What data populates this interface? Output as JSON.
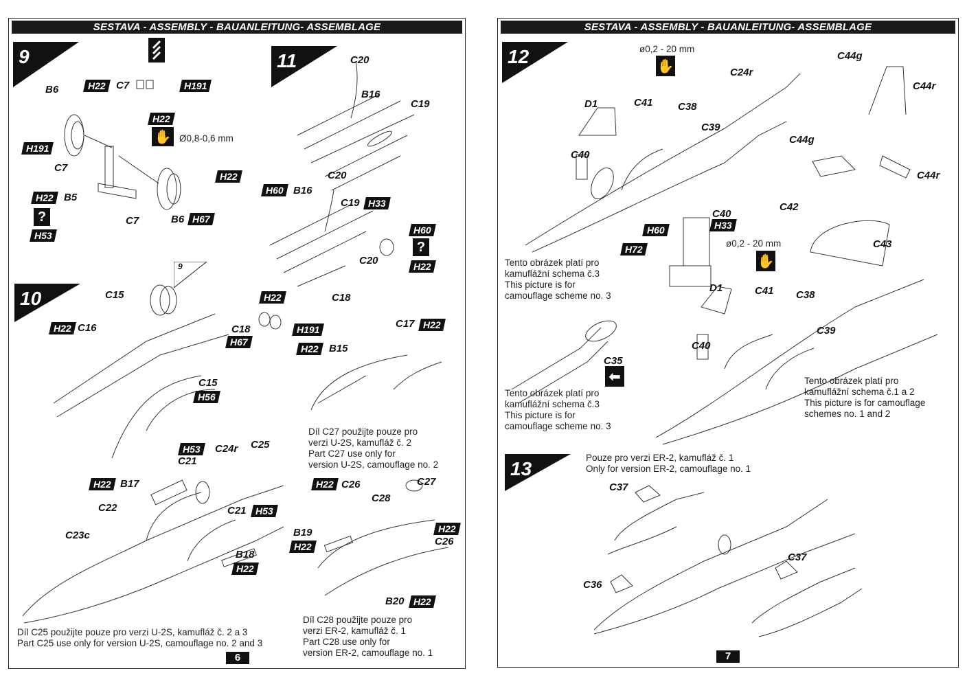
{
  "left_page": {
    "header": "SESTAVA - ASSEMBLY - BAUANLEITUNG- ASSEMBLAGE",
    "page_number": "6",
    "steps": [
      {
        "number": "9",
        "labels": [
          "B6",
          "C7",
          "H191",
          "C7",
          "B5",
          "C7",
          "B6"
        ],
        "tags": [
          "H22",
          "H191",
          "H22",
          "H191",
          "H22",
          "H22",
          "H67",
          "H53"
        ],
        "measurement": "Ø0,8-0,6 mm"
      },
      {
        "number": "11",
        "labels": [
          "C20",
          "B16",
          "C19",
          "C20",
          "B16",
          "C19",
          "C20"
        ],
        "tags": [
          "H60",
          "H33",
          "H60",
          "H22"
        ]
      },
      {
        "number": "10",
        "labels": [
          "C15",
          "C16",
          "C15",
          "C18",
          "C18",
          "C17",
          "B15",
          "9"
        ],
        "tags": [
          "H22",
          "H56",
          "H22",
          "H67",
          "H191",
          "H22",
          "H22"
        ]
      },
      {
        "labels": [
          "C24r",
          "C25",
          "C21",
          "B17",
          "C22",
          "C21",
          "C23c",
          "B18",
          "C26",
          "C27",
          "C28",
          "B19",
          "C26",
          "B20"
        ],
        "tags": [
          "H53",
          "H22",
          "H53",
          "H22",
          "H22",
          "H22",
          "H22",
          "H22"
        ]
      }
    ],
    "notes": {
      "c27": [
        "Díl C27 použijte pouze pro",
        "verzi U-2S, kamufláž č. 2",
        "Part C27 use only for",
        "version U-2S, camouflage no. 2"
      ],
      "c25": [
        "Díl C25 použijte pouze pro verzi U-2S, kamufláž č. 2 a 3",
        "Part C25 use only for version U-2S, camouflage no. 2 and 3"
      ],
      "c28": [
        "Díl C28 použijte pouze pro",
        "verzi ER-2, kamufláž č. 1",
        "Part C28 use only for",
        "version ER-2, camouflage no. 1"
      ]
    }
  },
  "right_page": {
    "header": "SESTAVA - ASSEMBLY - BAUANLEITUNG- ASSEMBLAGE",
    "page_number": "7",
    "steps": [
      {
        "number": "12",
        "labels": [
          "C24r",
          "D1",
          "C41",
          "C38",
          "C39",
          "C40",
          "C44g",
          "C44r",
          "C44g",
          "C44r",
          "C42",
          "C40",
          "C43",
          "D1",
          "C41",
          "C38",
          "C39",
          "C40",
          "C35"
        ],
        "tags": [
          "H60",
          "H33",
          "H72"
        ],
        "measurement": "ø0,2 - 20 mm",
        "measurement2": "ø0,2 - 20 mm"
      },
      {
        "number": "13",
        "labels": [
          "C37",
          "C36",
          "C37"
        ],
        "intro": [
          "Pouze pro verzi ER-2, kamufláž č. 1",
          "Only for version ER-2, camouflage no. 1"
        ]
      }
    ],
    "notes": {
      "scheme3_a": [
        "Tento obrázek platí pro",
        "kamuflážní schema č.3",
        "This picture is for",
        "camouflage scheme no. 3"
      ],
      "scheme3_b": [
        "Tento obrázek platí pro",
        "kamuflážní schema č.3",
        "This picture is for",
        "camouflage scheme no. 3"
      ],
      "scheme12": [
        "Tento obrázek platí pro",
        "kamuflážní schema č.1 a 2",
        "This picture is for camouflage",
        "schemes no. 1 and 2"
      ]
    }
  },
  "icons": {
    "question": "?",
    "hand": "hand-icon",
    "drill": "drill-icon",
    "arrow_left": "arrow-left-icon"
  }
}
